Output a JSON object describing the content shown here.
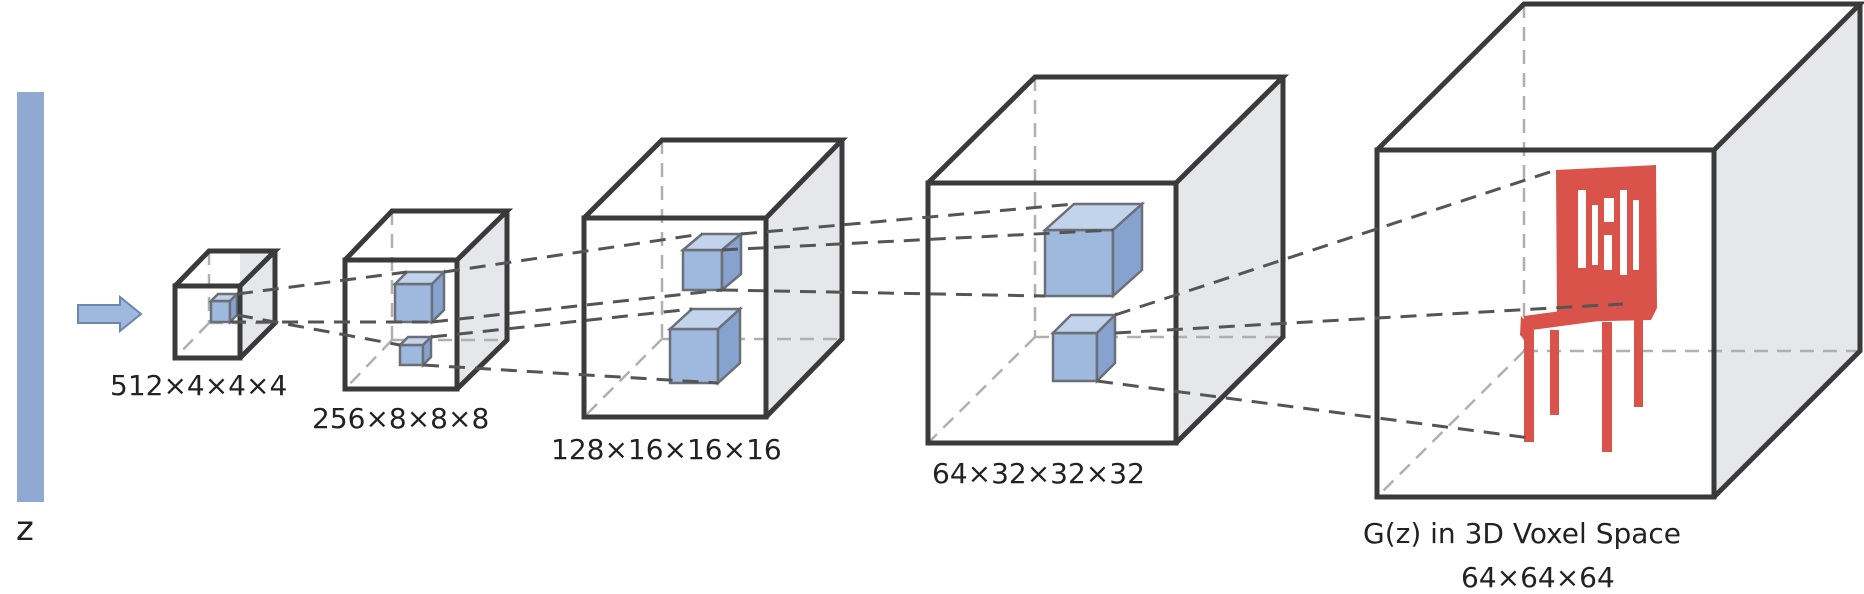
{
  "latent": {
    "label": "z",
    "bar_color": "#8fa9d1"
  },
  "layers": [
    {
      "label": "512×4×4×4"
    },
    {
      "label": "256×8×8×8"
    },
    {
      "label": "128×16×16×16"
    },
    {
      "label": "64×32×32×32"
    },
    {
      "label": "G(z) in 3D Voxel Space",
      "sublabel": "64×64×64"
    }
  ],
  "colors": {
    "feature_cube": "#9fb8dd",
    "chair": "#d9534a",
    "cube_edge": "#3a3a3a"
  },
  "icons": {
    "arrow": "right-arrow-icon",
    "object": "chair-voxel-icon"
  }
}
